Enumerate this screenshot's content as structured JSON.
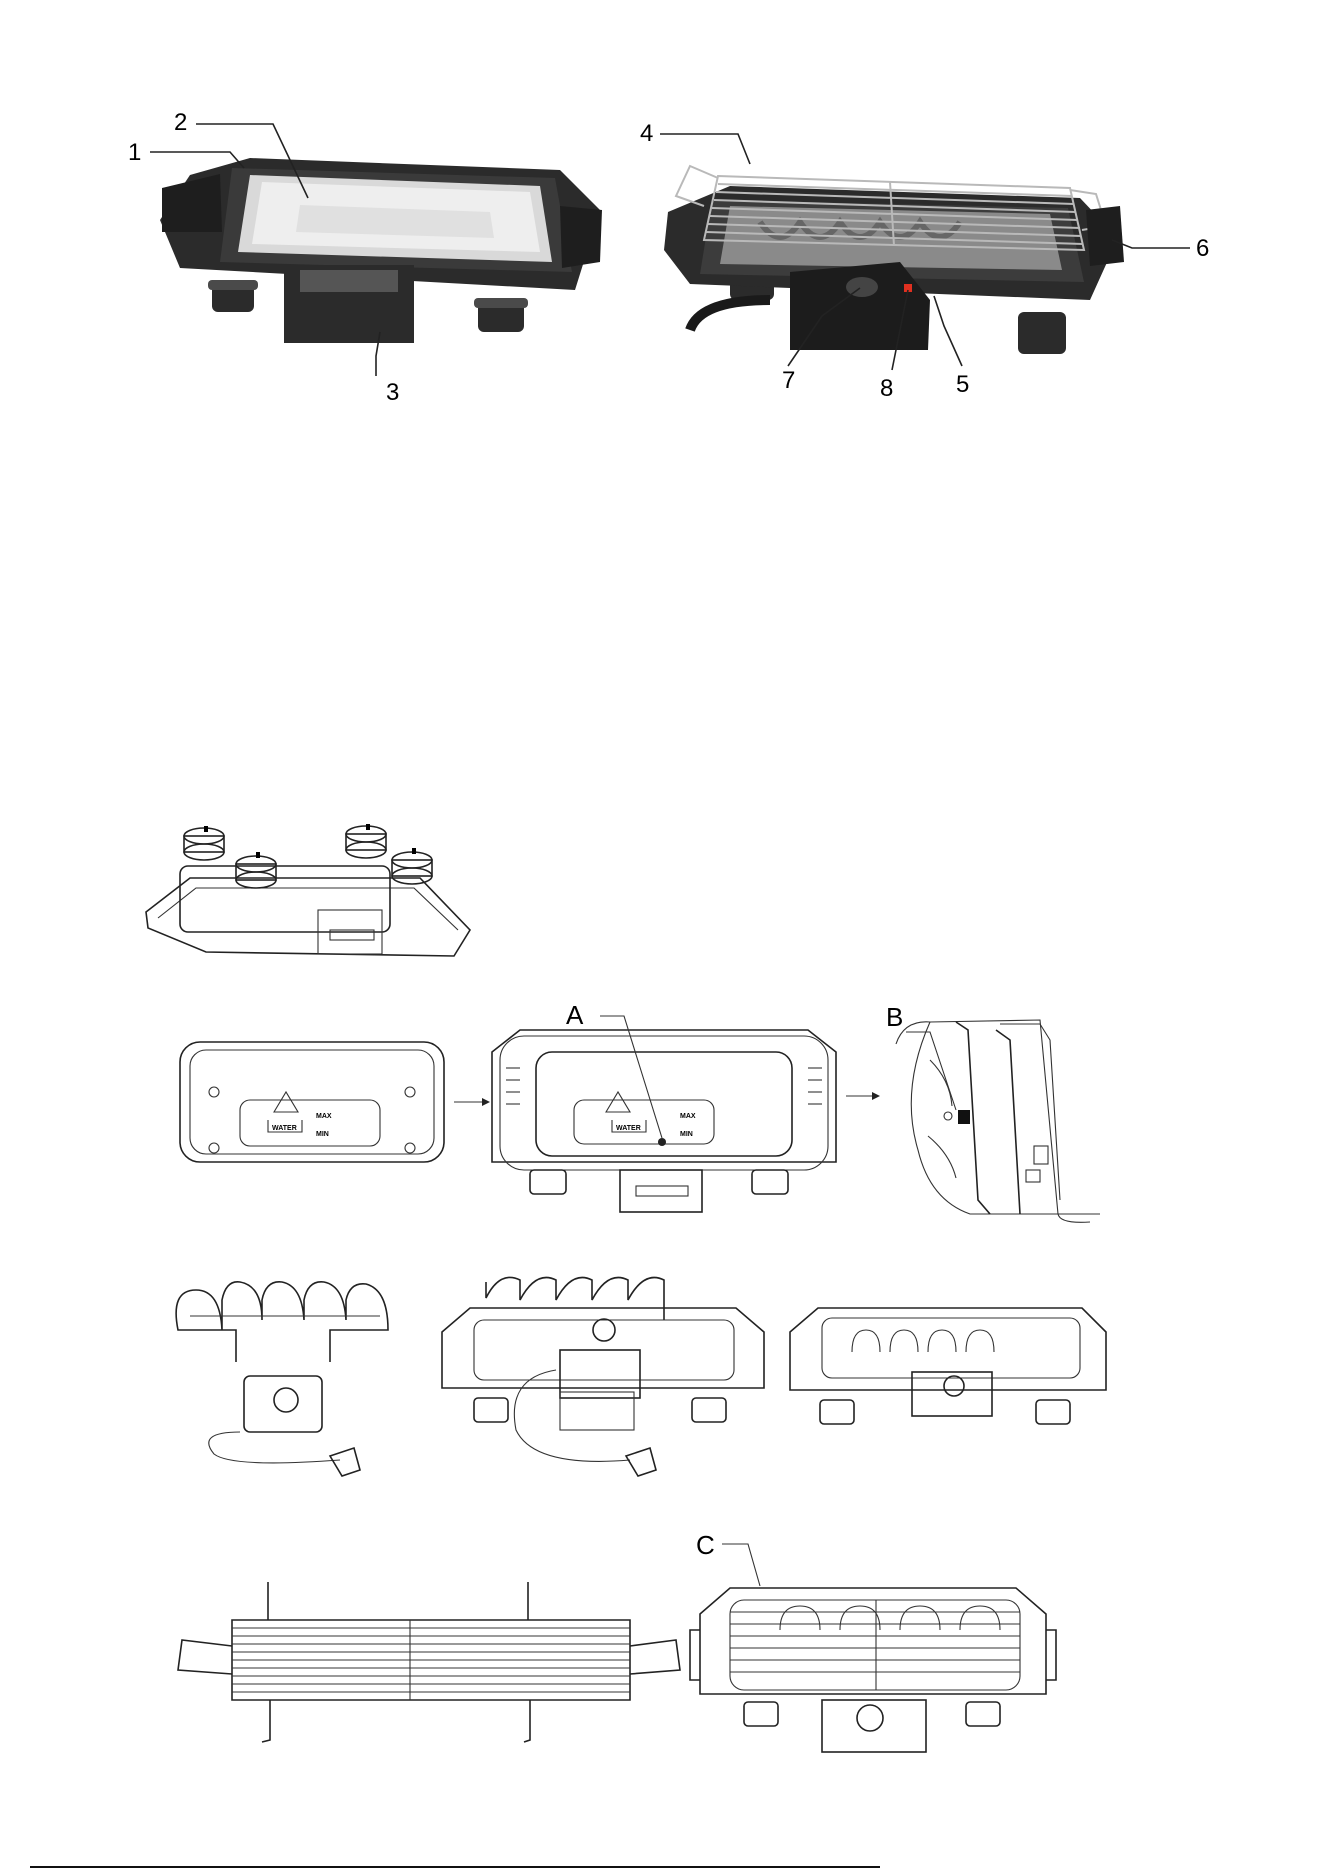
{
  "figure1": {
    "callouts": [
      "1",
      "2",
      "3",
      "4",
      "5",
      "6",
      "7",
      "8"
    ]
  },
  "figure3": {
    "labels": {
      "a": "A",
      "b": "B"
    },
    "tray_text": {
      "water": "WATER",
      "max": "MAX",
      "min": "MIN"
    }
  },
  "figure5": {
    "labels": {
      "c": "C"
    }
  },
  "colors": {
    "line": "#222222",
    "photo_body": "#2b2b2b",
    "indicator": "#e03020"
  }
}
